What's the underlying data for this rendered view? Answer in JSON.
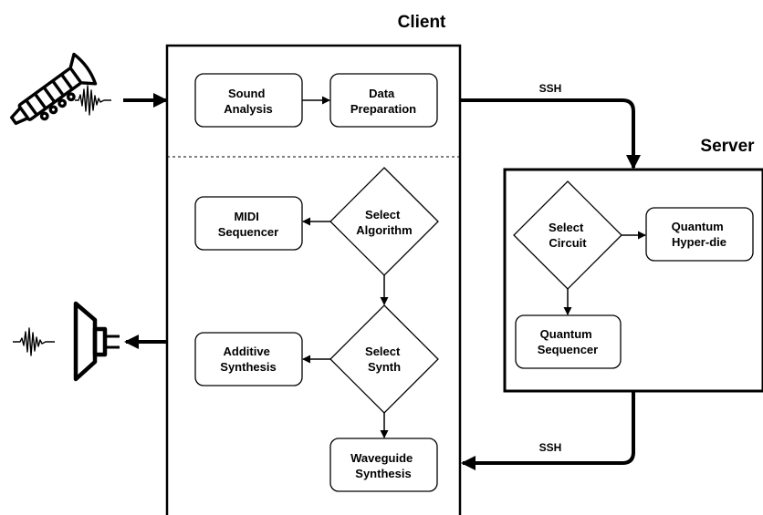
{
  "client": {
    "title": "Client",
    "nodes": {
      "sound_analysis": [
        "Sound",
        "Analysis"
      ],
      "data_preparation": [
        "Data",
        "Preparation"
      ],
      "midi_sequencer": [
        "MIDI",
        "Sequencer"
      ],
      "select_algorithm": [
        "Select",
        "Algorithm"
      ],
      "additive_synthesis": [
        "Additive",
        "Synthesis"
      ],
      "select_synth": [
        "Select",
        "Synth"
      ],
      "waveguide_synthesis": [
        "Waveguide",
        "Synthesis"
      ]
    }
  },
  "server": {
    "title": "Server",
    "nodes": {
      "select_circuit": [
        "Select",
        "Circuit"
      ],
      "quantum_hyperdie": [
        "Quantum",
        "Hyper-die"
      ],
      "quantum_sequencer": [
        "Quantum",
        "Sequencer"
      ]
    }
  },
  "links": {
    "to_server": "SSH",
    "to_client": "SSH"
  },
  "icons": {
    "input_instrument": "clarinet-icon",
    "input_wave": "sound-wave-icon",
    "output_speaker": "speaker-icon",
    "output_wave": "sound-wave-icon"
  }
}
